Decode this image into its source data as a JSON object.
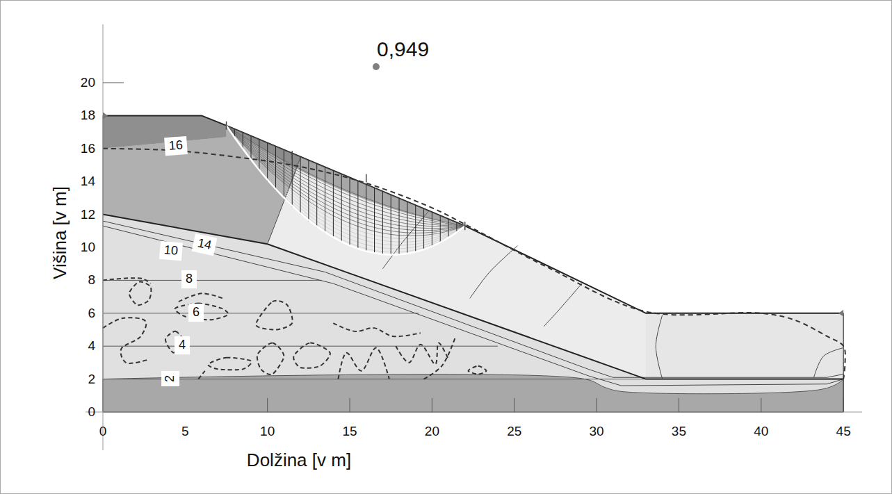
{
  "diagram": {
    "labels": [
      "0,949",
      "0",
      "2",
      "4",
      "6",
      "8",
      "10",
      "12",
      "14",
      "16",
      "18",
      "20",
      "0",
      "5",
      "10",
      "15",
      "20",
      "25",
      "30",
      "35",
      "40",
      "45",
      "Višina [v m]",
      "Dolžina [v m]",
      "16",
      "10",
      "14",
      "8",
      "6",
      "4",
      "2"
    ]
  }
}
